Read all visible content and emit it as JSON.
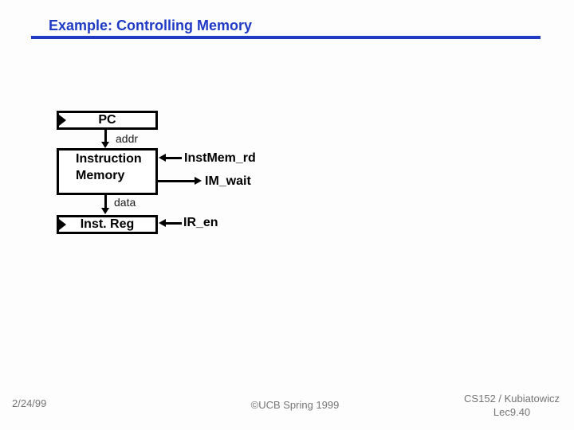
{
  "title": "Example: Controlling Memory",
  "colors": {
    "accent_blue": "#1f3ac4",
    "ink": "#000000",
    "footer_gray": "#757575"
  },
  "diagram": {
    "pc_label": "PC",
    "addr_label": "addr",
    "instruction_memory_line1": "Instruction",
    "instruction_memory_line2": "Memory",
    "inst_mem_rd_label": "InstMem_rd",
    "im_wait_label": "IM_wait",
    "data_label": "data",
    "inst_reg_label": "Inst. Reg",
    "ir_en_label": "IR_en"
  },
  "footer": {
    "date": "2/24/99",
    "copyright": "©UCB Spring 1999",
    "course": "CS152 / Kubiatowicz",
    "lecture": "Lec9.40"
  }
}
